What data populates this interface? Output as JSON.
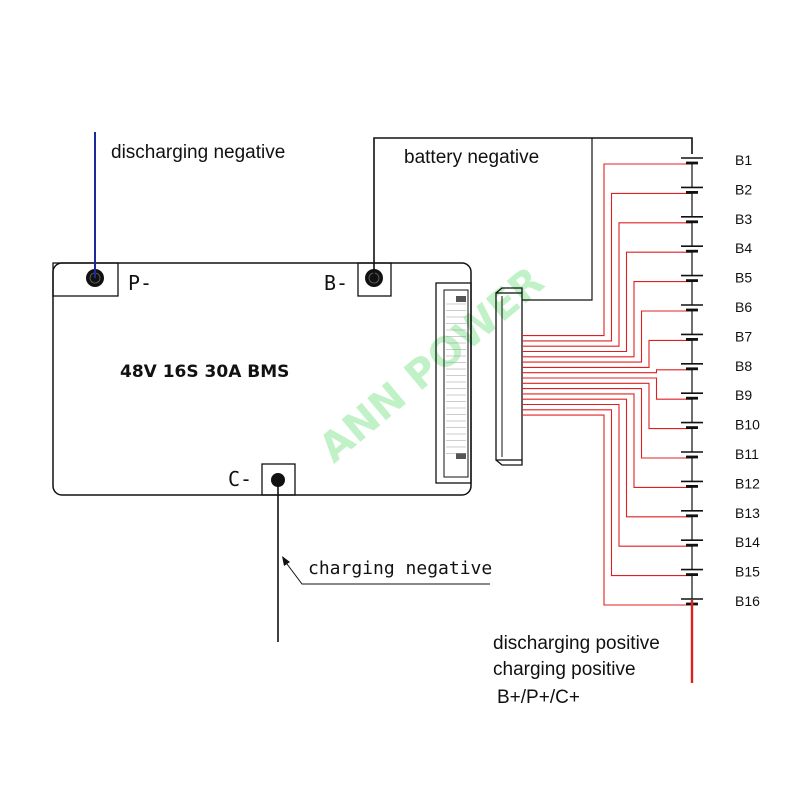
{
  "board": {
    "title": "48V 16S 30A BMS",
    "watermark": "ANN POWER",
    "terminals": {
      "p_minus": "P-",
      "b_minus": "B-",
      "c_minus": "C-"
    }
  },
  "labels": {
    "discharging_negative": "discharging negative",
    "battery_negative": "battery negative",
    "charging_negative": "charging negative",
    "discharging_positive": "discharging positive",
    "charging_positive": "charging positive",
    "positive_terminals": "B+/P+/C+"
  },
  "cells": [
    "B1",
    "B2",
    "B3",
    "B4",
    "B5",
    "B6",
    "B7",
    "B8",
    "B9",
    "B10",
    "B11",
    "B12",
    "B13",
    "B14",
    "B15",
    "B16"
  ],
  "colors": {
    "outline": "#111111",
    "discharge_wire": "#1a2a9a",
    "balance_wire": "#e02020",
    "positive_wire": "#e02020",
    "watermark": "#8fe89a"
  }
}
